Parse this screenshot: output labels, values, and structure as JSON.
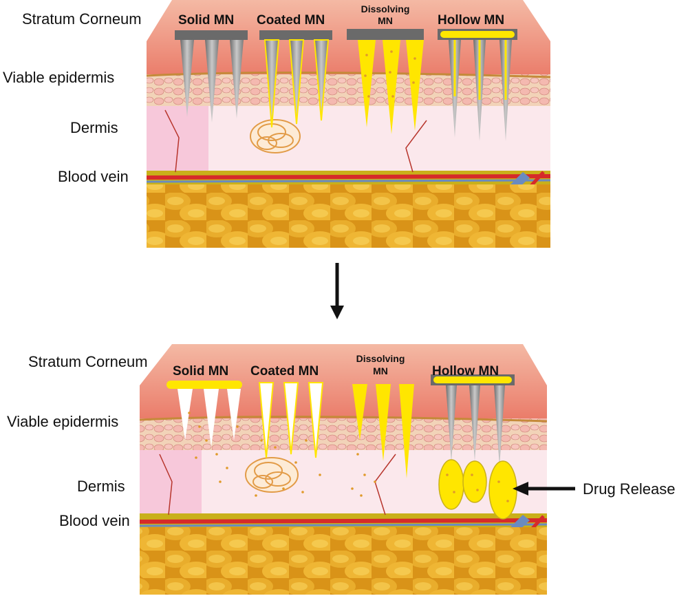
{
  "top_panel": {
    "layers": {
      "stratum": "Stratum Corneum",
      "epidermis": "Viable epidermis",
      "dermis": "Dermis",
      "blood": "Blood vein"
    },
    "needles": {
      "solid": "Solid MN",
      "coated": "Coated MN",
      "dissolving_1": "Dissolving",
      "dissolving_2": "MN",
      "hollow": "Hollow MN"
    }
  },
  "bottom_panel": {
    "layers": {
      "stratum": "Stratum Corneum",
      "epidermis": "Viable epidermis",
      "dermis": "Dermis",
      "blood": "Blood vein"
    },
    "needles": {
      "solid": "Solid MN",
      "coated": "Coated MN",
      "dissolving_1": "Dissolving",
      "dissolving_2": "MN",
      "hollow": "Hollow MN"
    },
    "callout": "Drug Release"
  },
  "colors": {
    "stratum": "#f2a08a",
    "epidermis": "#e8c9a0",
    "dermis": "#fbe6ea",
    "fat": "#e6a52a",
    "needle_grey": "#9a9a9a",
    "drug_yellow": "#ffe600",
    "vein_red": "#d62a2a"
  }
}
